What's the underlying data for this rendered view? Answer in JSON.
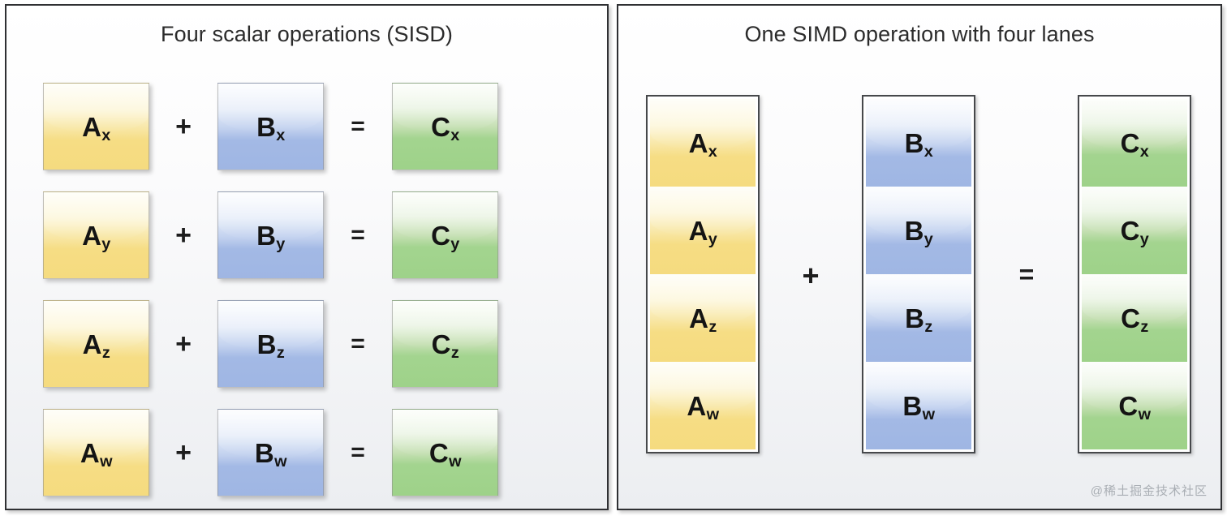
{
  "left_panel": {
    "title": "Four scalar operations (SISD)",
    "rows": [
      {
        "a": "A",
        "a_sub": "x",
        "plus": "+",
        "b": "B",
        "b_sub": "x",
        "equals": "=",
        "c": "C",
        "c_sub": "x"
      },
      {
        "a": "A",
        "a_sub": "y",
        "plus": "+",
        "b": "B",
        "b_sub": "y",
        "equals": "=",
        "c": "C",
        "c_sub": "y"
      },
      {
        "a": "A",
        "a_sub": "z",
        "plus": "+",
        "b": "B",
        "b_sub": "z",
        "equals": "=",
        "c": "C",
        "c_sub": "z"
      },
      {
        "a": "A",
        "a_sub": "w",
        "plus": "+",
        "b": "B",
        "b_sub": "w",
        "equals": "=",
        "c": "C",
        "c_sub": "w"
      }
    ]
  },
  "right_panel": {
    "title": "One SIMD operation with four lanes",
    "plus_operator": "+",
    "equals_operator": "=",
    "vector_a": {
      "name": "A",
      "lanes": [
        {
          "base": "A",
          "sub": "x"
        },
        {
          "base": "A",
          "sub": "y"
        },
        {
          "base": "A",
          "sub": "z"
        },
        {
          "base": "A",
          "sub": "w"
        }
      ]
    },
    "vector_b": {
      "name": "B",
      "lanes": [
        {
          "base": "B",
          "sub": "x"
        },
        {
          "base": "B",
          "sub": "y"
        },
        {
          "base": "B",
          "sub": "z"
        },
        {
          "base": "B",
          "sub": "w"
        }
      ]
    },
    "vector_c": {
      "name": "C",
      "lanes": [
        {
          "base": "C",
          "sub": "x"
        },
        {
          "base": "C",
          "sub": "y"
        },
        {
          "base": "C",
          "sub": "z"
        },
        {
          "base": "C",
          "sub": "w"
        }
      ]
    }
  },
  "watermark": "@稀土掘金技术社区",
  "colors": {
    "vector_a_fill": "#f5db7f",
    "vector_b_fill": "#9fb6e3",
    "vector_c_fill": "#9ed289",
    "panel_border": "#2f3033",
    "panel_background": "#eceef1",
    "text": "#141414",
    "title_text": "#2b2b2b",
    "watermark_text": "#a9aeb4"
  }
}
